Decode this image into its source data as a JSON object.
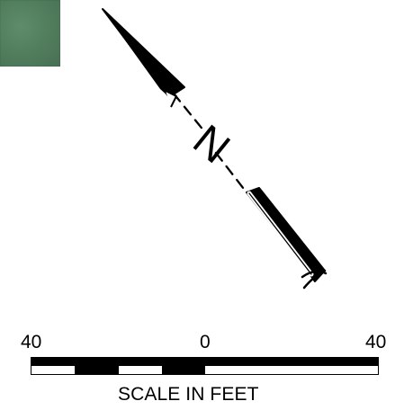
{
  "map": {
    "north_label": "N",
    "scale": {
      "labels": [
        "40",
        "0",
        "40"
      ],
      "caption": "SCALE IN FEET"
    }
  }
}
